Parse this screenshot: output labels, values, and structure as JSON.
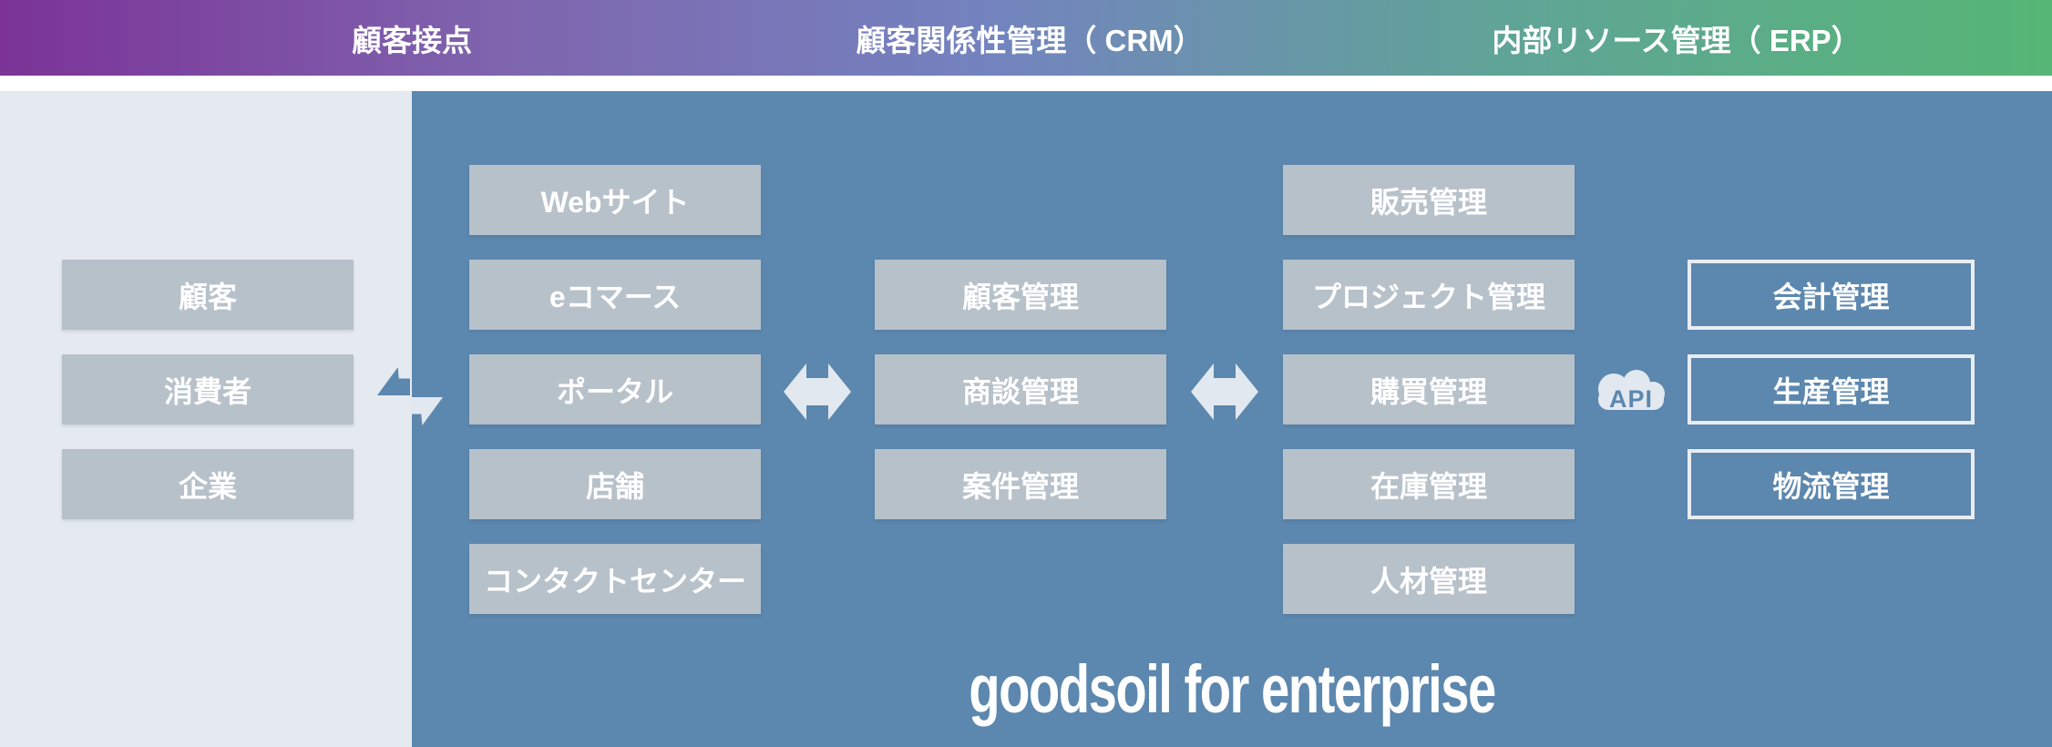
{
  "header": {
    "sections": [
      {
        "label": "顧客接点"
      },
      {
        "label": "顧客関係性管理（ CRM）"
      },
      {
        "label": "内部リソース管理（ ERP）"
      }
    ]
  },
  "customer_groups": {
    "items": [
      "顧客",
      "消費者",
      "企業"
    ]
  },
  "touchpoints": {
    "items": [
      "Webサイト",
      "eコマース",
      "ポータル",
      "店舗",
      "コンタクトセンター"
    ]
  },
  "crm": {
    "items": [
      "顧客管理",
      "商談管理",
      "案件管理"
    ]
  },
  "erp": {
    "items": [
      "販売管理",
      "プロジェクト管理",
      "購買管理",
      "在庫管理",
      "人材管理"
    ]
  },
  "external_systems": {
    "items": [
      "会計管理",
      "生産管理",
      "物流管理"
    ]
  },
  "api_label": "API",
  "wordmark": "goodsoil for enterprise",
  "palette": {
    "grad1": "#7b3397",
    "grad2": "#7f66af",
    "grad3": "#7383bf",
    "grad4": "#61a399",
    "grad5": "#55b675",
    "blue_panel": "#5c87ae",
    "light_panel": "#e5eaf1",
    "box_gray": "#b7c1ca",
    "icon_light": "#e2e8f0",
    "outline_light": "#e9edf3",
    "text_white": "#ffffff"
  }
}
